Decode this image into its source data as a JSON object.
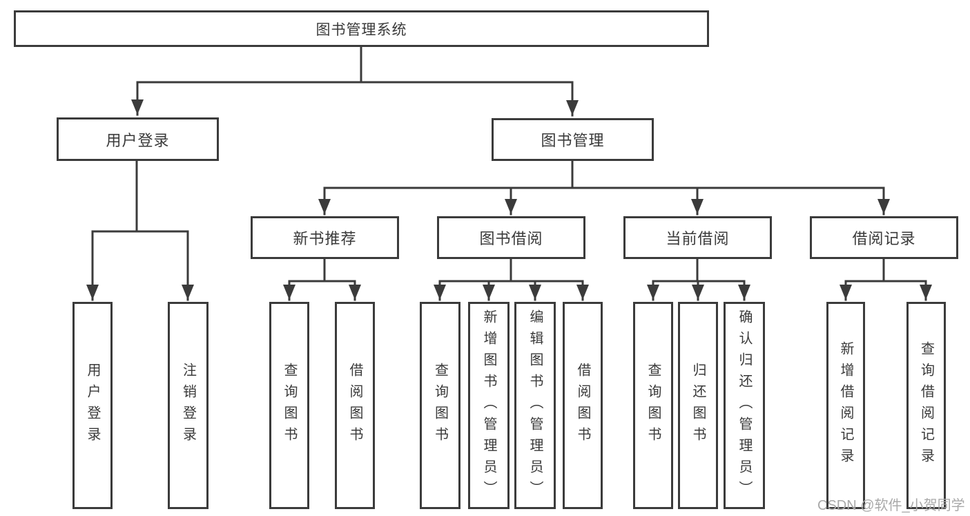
{
  "diagram": {
    "root": {
      "label": "图书管理系统"
    },
    "level2": [
      {
        "label": "用户登录"
      },
      {
        "label": "图书管理"
      }
    ],
    "level3": [
      {
        "label": "新书推荐",
        "parent": "图书管理"
      },
      {
        "label": "图书借阅",
        "parent": "图书管理"
      },
      {
        "label": "当前借阅",
        "parent": "图书管理"
      },
      {
        "label": "借阅记录",
        "parent": "图书管理"
      }
    ],
    "leaves": [
      {
        "label": "用户登录",
        "parent": "用户登录"
      },
      {
        "label": "注销登录",
        "parent": "用户登录"
      },
      {
        "label": "查询图书",
        "parent": "新书推荐"
      },
      {
        "label": "借阅图书",
        "parent": "新书推荐"
      },
      {
        "label": "查询图书",
        "parent": "图书借阅"
      },
      {
        "label": "新增图书（管理员）",
        "parent": "图书借阅"
      },
      {
        "label": "编辑图书（管理员）",
        "parent": "图书借阅"
      },
      {
        "label": "借阅图书",
        "parent": "图书借阅"
      },
      {
        "label": "查询图书",
        "parent": "当前借阅"
      },
      {
        "label": "归还图书",
        "parent": "当前借阅"
      },
      {
        "label": "确认归还（管理员）",
        "parent": "当前借阅"
      },
      {
        "label": "新增借阅记录",
        "parent": "借阅记录"
      },
      {
        "label": "查询借阅记录",
        "parent": "借阅记录"
      }
    ]
  },
  "watermark": {
    "text": "CSDN @软件_小贺同学"
  },
  "colors": {
    "line": "#3b3b3b",
    "text": "#3a3a3a",
    "background": "#ffffff",
    "watermark": "#a9a9a9"
  }
}
